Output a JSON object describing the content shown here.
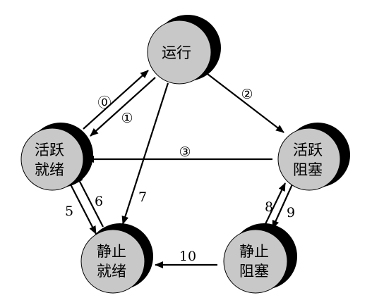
{
  "colors": {
    "node_fill": "#c8c8c8",
    "node_shadow": "#000000",
    "node_stroke": "#000000",
    "edge": "#000000",
    "background": "#ffffff"
  },
  "nodes": {
    "running": {
      "line1": "运行",
      "line2": ""
    },
    "active_ready": {
      "line1": "活跃",
      "line2": "就绪"
    },
    "active_blocked": {
      "line1": "活跃",
      "line2": "阻塞"
    },
    "static_ready": {
      "line1": "静止",
      "line2": "就绪"
    },
    "static_blocked": {
      "line1": "静止",
      "line2": "阻塞"
    }
  },
  "edges": [
    {
      "id": "e0",
      "label": "⓪",
      "from": "active_ready",
      "to": "running"
    },
    {
      "id": "e1",
      "label": "①",
      "from": "running",
      "to": "active_ready"
    },
    {
      "id": "e2",
      "label": "②",
      "from": "running",
      "to": "active_blocked"
    },
    {
      "id": "e3",
      "label": "③",
      "from": "active_blocked",
      "to": "active_ready"
    },
    {
      "id": "e5",
      "label": "5",
      "from": "active_ready",
      "to": "static_ready"
    },
    {
      "id": "e6",
      "label": "6",
      "from": "static_ready",
      "to": "active_ready"
    },
    {
      "id": "e7",
      "label": "7",
      "from": "running",
      "to": "static_ready"
    },
    {
      "id": "e8",
      "label": "8",
      "from": "static_blocked",
      "to": "active_blocked"
    },
    {
      "id": "e9",
      "label": "9",
      "from": "active_blocked",
      "to": "static_blocked"
    },
    {
      "id": "e10",
      "label": "10",
      "from": "static_blocked",
      "to": "static_ready"
    }
  ]
}
